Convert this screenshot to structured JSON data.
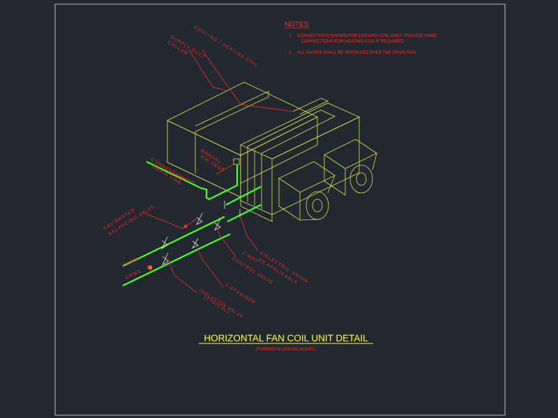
{
  "notes": {
    "heading": "NOTES:",
    "items": [
      {
        "num": "1-",
        "line1": "CONNECTIONS SHOWN FOR COOLING COIL ONLY. PROVIDE SAME",
        "line2": "CONNECTIONS FOR HEATING COIL IF REQUIRED."
      },
      {
        "num": "2-",
        "line1": "ALL VALVES SHALL BE INSTALLED OVER THE DRAIN PAN."
      }
    ]
  },
  "title": {
    "main": "HORIZONTAL FAN COIL UNIT DETAIL",
    "sub": "(FURRED-IN CEILING MODEL)"
  },
  "labels": {
    "supply_duct": "SUPPLY DUCT",
    "collar": "COLLAR",
    "coil": "COOLING / HEATING COIL",
    "condensate": "CONDENSATE",
    "drain_line": "DRAIN LINE",
    "manual": "MANUAL",
    "air_vent": "AIR VENT",
    "calibrated": "CALIBRATED",
    "balancing_valve": "BALANCING VALVE",
    "chwr": "CHWR",
    "chws": "CHWS",
    "twoway": "2-WAY",
    "control_valve": "CONTROL VALVE",
    "dielectric": "DIELECTRIC UNION",
    "as_applicable": "AS APPLICABLE",
    "ystrainer": "Y-STRAINER",
    "isolation": "ISOLATION VALVE",
    "typical": "(TYPICAL)"
  },
  "colors": {
    "background": "#212830",
    "annotation": "#ff2a2a",
    "title": "#ffff3a",
    "unit_outline": "#e6e64a",
    "pipe": "#4cff1a",
    "frame": "#e8e8e8"
  }
}
